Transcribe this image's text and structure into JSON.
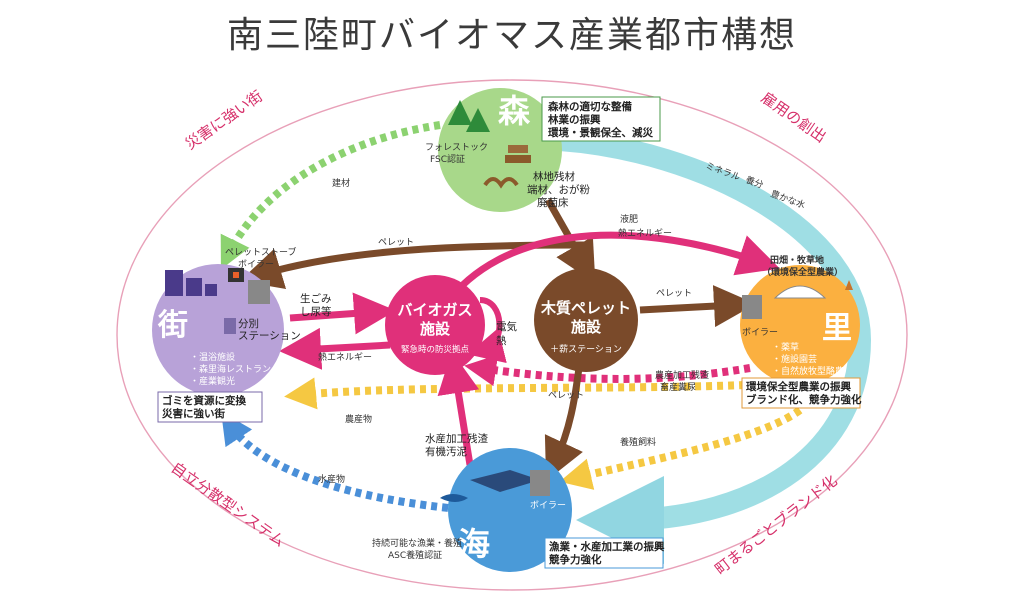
{
  "title": "南三陸町バイオマス産業都市構想",
  "outer_labels": {
    "top_left": "災害に強い街",
    "top_right": "雇用の創出",
    "bottom_left": "自立分散型システム",
    "bottom_right": "町まるごとブランド化"
  },
  "mori": {
    "name": "森",
    "box": [
      "森林の適切な整備",
      "林業の振興",
      "環境・景観保全、減災"
    ],
    "fsc": [
      "フォレストック",
      "FSC認証"
    ],
    "residue": [
      "林地残材",
      "端材、おが粉",
      "廃菌床"
    ]
  },
  "machi": {
    "name": "街",
    "station": [
      "分別",
      "ステーション"
    ],
    "facilities": [
      "・温浴施設",
      "・森里海レストラン",
      "・産業観光"
    ],
    "box": [
      "ゴミを資源に変換",
      "災害に強い街"
    ],
    "stove": [
      "ペレットストーブ",
      "ボイラー"
    ]
  },
  "biogas": {
    "name": [
      "バイオガス",
      "施設"
    ],
    "sub": "緊急時の防災拠点",
    "elec_heat": [
      "電気",
      "熱"
    ]
  },
  "pellet": {
    "name": [
      "木質ペレット",
      "施設"
    ],
    "sub": "＋薪ステーション"
  },
  "sato": {
    "name": "里",
    "boiler": "ボイラー",
    "items": [
      "・薬草",
      "・施設園芸",
      "・自然放牧型酪農"
    ],
    "field": [
      "田畑・牧草地",
      "（環境保全型農業）"
    ],
    "box": [
      "環境保全型農業の振興",
      "ブランド化、競争力強化"
    ]
  },
  "umi": {
    "name": "海",
    "boiler": "ボイラー",
    "asc": [
      "持続可能な漁業・養殖",
      "ASC養殖認証"
    ],
    "box": [
      "漁業・水産加工業の振興",
      "競争力強化"
    ]
  },
  "flows": {
    "kenzai": "建材",
    "pellet_machi": "ペレット",
    "pellet_sato": "ペレット",
    "pellet_umi": "ペレット",
    "gomi": [
      "生ごみ",
      "し尿等"
    ],
    "heat_energy": "熱エネルギー",
    "ekihi": "液肥",
    "heat_energy2": "熱エネルギー",
    "minerals": [
      "ミネラル",
      "養分",
      "豊かな水"
    ],
    "noson": [
      "農産加工残渣",
      "畜産糞尿"
    ],
    "nosanbutsu": "農産物",
    "suisan": [
      "水産加工残渣",
      "有機汚泥"
    ],
    "yoshoku": "養殖飼料",
    "suisanbutsu": "水産物"
  }
}
